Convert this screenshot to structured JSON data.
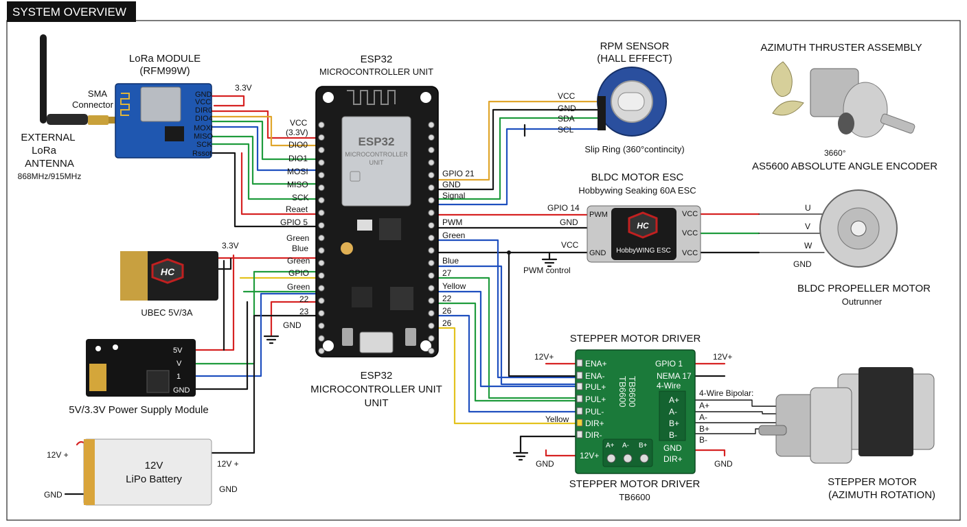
{
  "header": {
    "title": "SYSTEM OVERVIEW"
  },
  "antenna": {
    "line1": "EXTERNAL",
    "line2": "LoRa",
    "line3": "ANTENNA",
    "freq": "868MHz/915MHz",
    "sma1": "SMA",
    "sma2": "Connector"
  },
  "lora": {
    "title": "LoRa MODULE",
    "model": "(RFM99W)",
    "pins": [
      "GND",
      "VCC",
      "DIR0",
      "DIO4",
      "MOXI",
      "MISO",
      "SCK",
      "Rssot"
    ],
    "v33": "3.3V"
  },
  "esp_pins_left": {
    "vcc1": "VCC",
    "vcc2": "(3.3V)",
    "dio0": "DIO0",
    "dio1": "DIO1",
    "mosi": "MOSI",
    "miso": "MISO",
    "sck": "SCK",
    "reset": "Reaet",
    "gpio5": "GPIO 5"
  },
  "esp_top": {
    "line1": "ESP32",
    "line2": "MICROCONTROLLER UNIT"
  },
  "esp_board": {
    "chip_name": "ESP32",
    "chip_sub1": "MICROCONTROLLER",
    "chip_sub2": "UNIT"
  },
  "esp_bottom": {
    "line1": "ESP32",
    "line2": "MICROCONTROLLER UNIT",
    "line3": "UNIT"
  },
  "ubec": {
    "label": "UBEC 5V/3A",
    "v33": "3.3V",
    "green_blue": "Green",
    "blue": "Blue",
    "green": "Green",
    "gpio": "GPIO",
    "green2": "Green",
    "n22": "22",
    "n23": "23",
    "gnd": "GND"
  },
  "psu": {
    "label": "5V/3.3V Power Supply Module",
    "pins": [
      "5V",
      "V",
      "1",
      "GND"
    ]
  },
  "battery": {
    "line1": "12V",
    "line2": "LiPo Battery",
    "plus_left": "12V +",
    "gnd_left": "GND",
    "plus_right": "12V +",
    "gnd_right": "GND"
  },
  "esp_right_top": {
    "gpio21": "GPIO 21",
    "gnd": "GND",
    "signal": "Signal"
  },
  "rpm": {
    "title1": "RPM SENSOR",
    "title2": "(HALL EFFECT)",
    "vcc": "VCC",
    "gnd": "GND",
    "sda": "SDA",
    "scl": "SCL",
    "slip": "Slip Ring (360°contincity)"
  },
  "thruster": {
    "title": "AZIMUTH THRUSTER ASSEMBLY",
    "angle": "3660°",
    "encoder": "AS5600 ABSOLUTE ANGLE ENCODER"
  },
  "esc": {
    "title": "BLDC MOTOR ESC",
    "sub": "Hobbywing Seaking 60A ESC",
    "gpio14": "GPIO 14",
    "pwm_pin": "PWM",
    "gnd_pin": "GND",
    "gnd_wire": "GND",
    "vcc_wire": "VCC",
    "pwm_ctrl": "PWM control",
    "brand": "HobbyWING ESC",
    "out_pins": [
      "VCC",
      "VCC",
      "VCC"
    ],
    "pwm_left": "PWM",
    "green_left": "Green"
  },
  "motor": {
    "u": "U",
    "v": "V",
    "w": "W",
    "gnd": "GND",
    "title": "BLDC PROPELLER MOTOR",
    "sub": "Outrunner"
  },
  "esp_right_bottom": {
    "blue": "Blue",
    "n27": "27",
    "yellow": "Yellow",
    "n22": "22",
    "n26a": "26",
    "n26b": "26"
  },
  "stepper_driver": {
    "title_top": "STEPPER MOTOR DRIVER",
    "title_bottom": "STEPPER MOTOR DRIVER",
    "model": "TB6600",
    "v12_left": "12V+",
    "v12_right": "12V+",
    "left_pins": [
      "ENA+",
      "ENA-",
      "PUL+",
      "PUL+",
      "PUL-",
      "DIR+",
      "DIR-"
    ],
    "right_top": [
      "GPIO 1",
      "NEMA 17",
      "4-Wire"
    ],
    "right_pins": [
      "A+",
      "A-",
      "B+",
      "B-"
    ],
    "gnd_pin": "GND",
    "dir_pin": "DIR+",
    "board_vert": "TB8600\nTB6600",
    "bottom_pins": [
      "A+",
      "A-",
      "B+"
    ],
    "v12_bottom": "12V+",
    "gnd_left": "GND",
    "gnd_right": "GND",
    "yellow": "Yellow",
    "bipolar": "4-Wire Bipolar:",
    "coil": [
      "A+",
      "A-",
      "B+",
      "B-"
    ]
  },
  "stepper_motor": {
    "line1": "STEPPER MOTOR",
    "line2": "(AZIMUTH ROTATION)"
  }
}
